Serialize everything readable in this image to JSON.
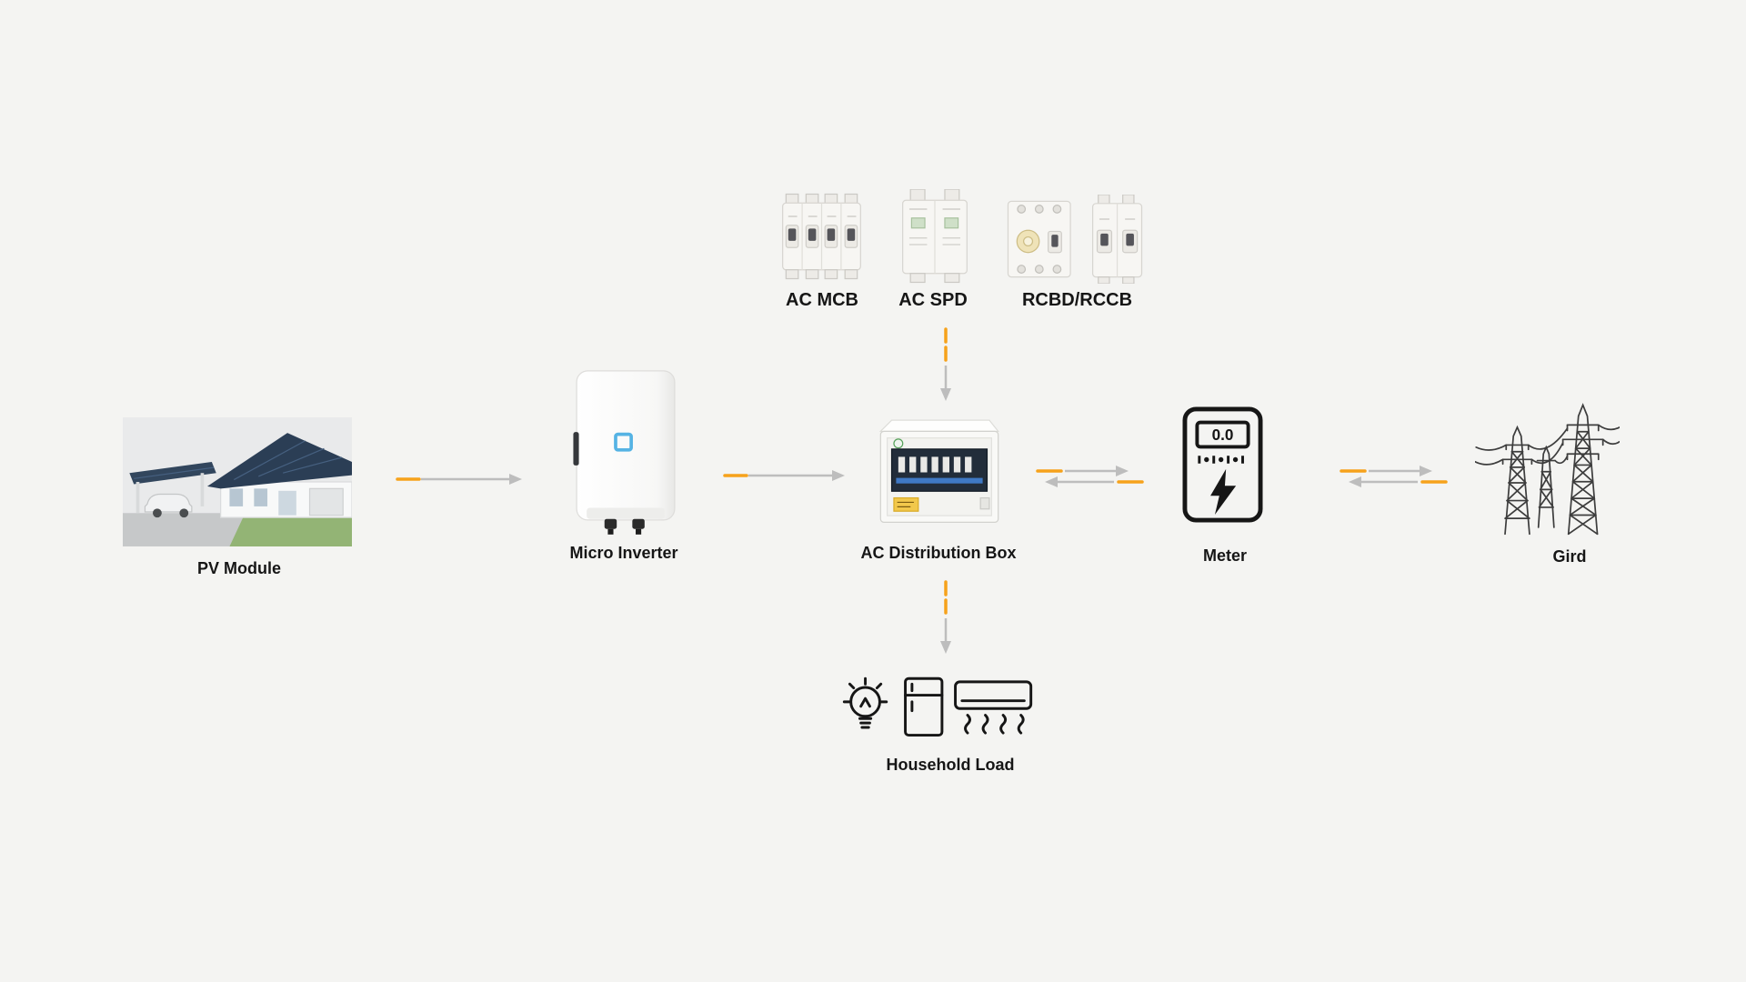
{
  "diagram": {
    "type": "solar-pv-system-flow",
    "nodes": {
      "pv_module": {
        "label": "PV Module"
      },
      "micro_inverter": {
        "label": "Micro Inverter"
      },
      "ac_mcb": {
        "label": "AC MCB"
      },
      "ac_spd": {
        "label": "AC SPD"
      },
      "rcbd_rccb": {
        "label": "RCBD/RCCB"
      },
      "ac_distribution_box": {
        "label": "AC Distribution Box"
      },
      "meter": {
        "label": "Meter",
        "display_value": "0.0"
      },
      "gird": {
        "label": "Gird"
      },
      "household_load": {
        "label": "Household Load"
      }
    },
    "edges": [
      {
        "from": "PV Module",
        "to": "Micro Inverter",
        "direction": "forward"
      },
      {
        "from": "Micro Inverter",
        "to": "AC Distribution Box",
        "direction": "forward"
      },
      {
        "from": "AC MCB / AC SPD / RCBD/RCCB",
        "to": "AC Distribution Box",
        "direction": "forward"
      },
      {
        "from": "AC Distribution Box",
        "to": "Meter",
        "direction": "bidirectional"
      },
      {
        "from": "Meter",
        "to": "Gird",
        "direction": "bidirectional"
      },
      {
        "from": "AC Distribution Box",
        "to": "Household Load",
        "direction": "forward"
      }
    ],
    "icons": {
      "household_load": [
        "lightbulb-icon",
        "refrigerator-icon",
        "air-conditioner-icon"
      ],
      "meter": "energy-meter-icon",
      "gird": "transmission-towers-icon"
    },
    "colors": {
      "background": "#f4f4f2",
      "arrow_gray": "#bdbdbd",
      "accent_orange": "#f6a21b",
      "label_text": "#161616",
      "panel_blue": "#2b3e55",
      "inverter_logo_blue": "#55b3e4",
      "distribution_strip_blue": "#3f79c4",
      "warning_yellow": "#f2c84b"
    }
  }
}
